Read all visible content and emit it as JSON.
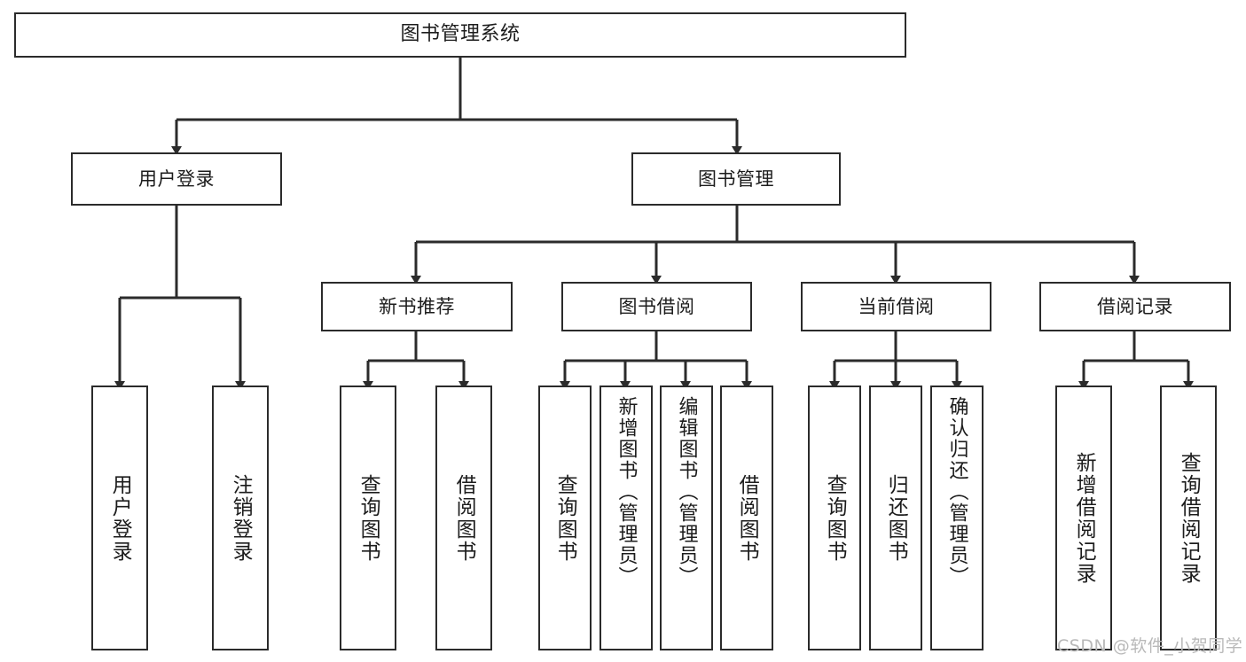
{
  "diagram": {
    "type": "tree-hierarchy",
    "title": "图书管理系统",
    "watermark": "CSDN @软件_小贺同学",
    "colors": {
      "stroke": "#2b2b2b",
      "fill": "#ffffff",
      "text": "#1c1c1c",
      "watermark": "#b9b9b9"
    },
    "nodes": {
      "root": "图书管理系统",
      "level1": [
        "用户登录",
        "图书管理"
      ],
      "level2": [
        "新书推荐",
        "图书借阅",
        "当前借阅",
        "借阅记录"
      ],
      "leaves_user_login": [
        "用户登录",
        "注销登录"
      ],
      "leaves_new_book": [
        "查询图书",
        "借阅图书"
      ],
      "leaves_borrow": [
        "查询图书",
        "新增图书（管理员）",
        "编辑图书（管理员）",
        "借阅图书"
      ],
      "leaves_current": [
        "查询图书",
        "归还图书",
        "确认归还（管理员）"
      ],
      "leaves_record": [
        "新增借阅记录",
        "查询借阅记录"
      ]
    }
  }
}
